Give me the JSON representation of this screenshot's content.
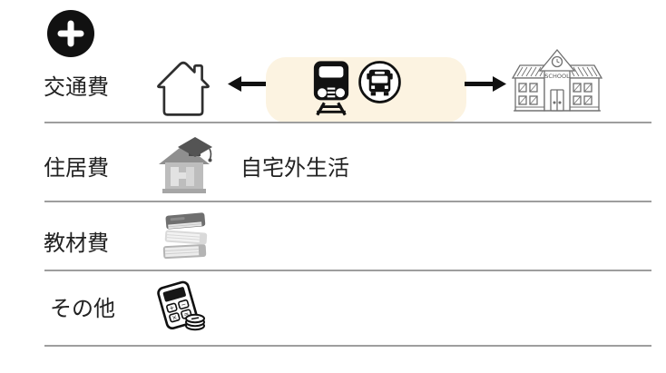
{
  "colors": {
    "background": "#ffffff",
    "highlight_pill": "#fcf3e1",
    "divider": "#9e9e9e",
    "icon_ink": "#111111",
    "label_text": "#222222"
  },
  "add_button": {
    "symbol": "+"
  },
  "rows": [
    {
      "label": "交通費"
    },
    {
      "label": "住居費",
      "note": "自宅外生活"
    },
    {
      "label": "教材費"
    },
    {
      "label": "その他"
    }
  ],
  "school_sign": "SCHOOL",
  "calculator_buttons": [
    "+",
    "−",
    "×",
    "="
  ]
}
